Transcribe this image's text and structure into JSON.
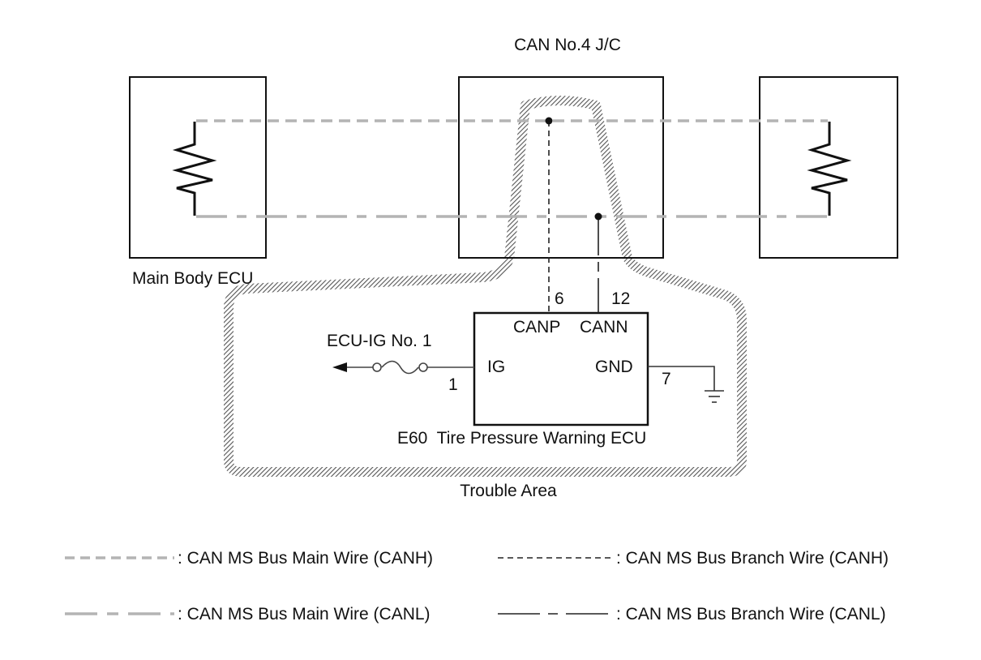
{
  "junction": {
    "title": "CAN No.4 J/C"
  },
  "left_ecu": {
    "label": "Main Body ECU"
  },
  "tpms_ecu": {
    "label": "E60  Tire Pressure Warning ECU",
    "pins": {
      "canp": {
        "name": "CANP",
        "number": "6"
      },
      "cann": {
        "name": "CANN",
        "number": "12"
      },
      "ig": {
        "name": "IG",
        "number": "1"
      },
      "gnd": {
        "name": "GND",
        "number": "7"
      }
    }
  },
  "power_source": {
    "label": "ECU-IG No. 1"
  },
  "trouble_area": {
    "label": "Trouble Area"
  },
  "legend": {
    "main_canh": ": CAN MS Bus Main Wire (CANH)",
    "branch_canh": ": CAN MS Bus Branch Wire (CANH)",
    "main_canl": ": CAN MS Bus Main Wire (CANL)",
    "branch_canl": ": CAN MS Bus Branch Wire (CANL)"
  },
  "colors": {
    "main_wire": "#b4b4b4",
    "branch_wire": "#222222",
    "hatch": "#555555"
  }
}
